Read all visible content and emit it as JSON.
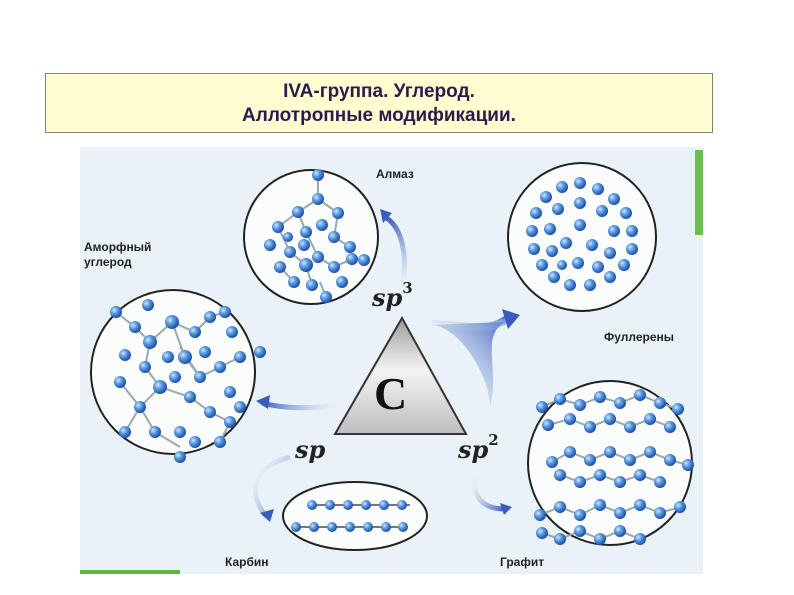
{
  "title": {
    "line1": "IVA-группа. Углерод.",
    "line2": "Аллотропные модификации."
  },
  "diagram": {
    "center_element": "C",
    "hybridizations": {
      "sp3": {
        "base": "sp",
        "exp": "3"
      },
      "sp2": {
        "base": "sp",
        "exp": "2"
      },
      "sp": {
        "base": "sp"
      }
    },
    "allotropes": [
      {
        "id": "diamond",
        "label": "Алмаз",
        "hybridization": "sp3"
      },
      {
        "id": "fullerenes",
        "label": "Фуллерены",
        "hybridization": "sp3/sp2"
      },
      {
        "id": "amorphous",
        "label_line1": "Аморфный",
        "label_line2": "углерод",
        "hybridization": "sp"
      },
      {
        "id": "carbyne",
        "label": "Карбин",
        "hybridization": "sp"
      },
      {
        "id": "graphite",
        "label": "Графит",
        "hybridization": "sp2"
      }
    ],
    "colors": {
      "background": "#e9f3f7",
      "atom": "#4a86d4",
      "arrow": "#3a5cc0",
      "title_bg": "#fffed0",
      "title_text": "#2a1a50"
    }
  }
}
